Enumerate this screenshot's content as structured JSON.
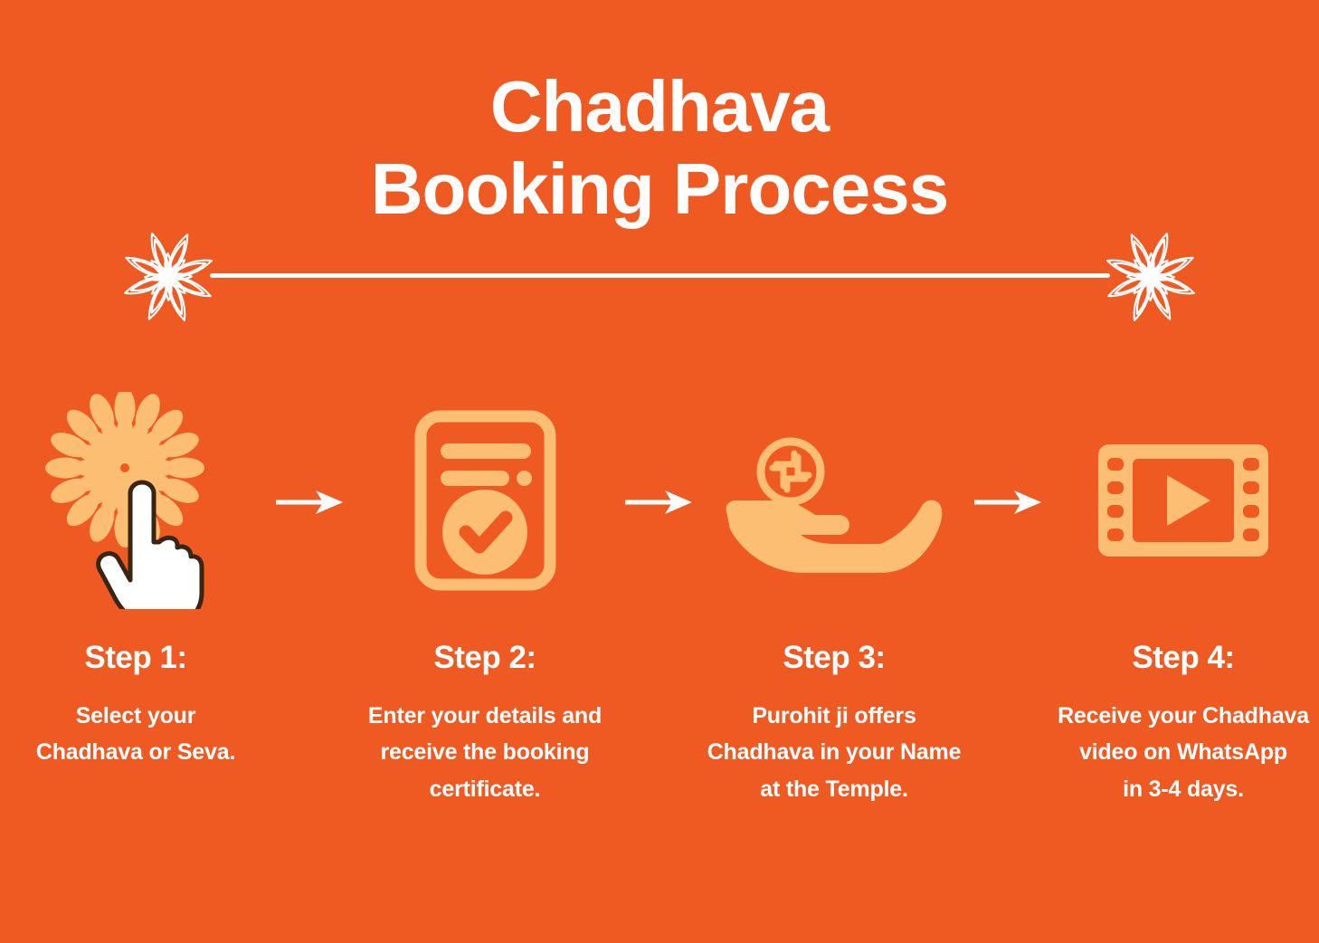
{
  "background_color": "#ef5a22",
  "accent_color": "#fbbe72",
  "text_color": "#ffffff",
  "cuff_color": "#9c5518",
  "header": {
    "title_line1": "Chadhava",
    "title_line2": "Booking Process",
    "ornament_left": "flower-ornament",
    "ornament_right": "flower-ornament",
    "divider": "horizontal-rule"
  },
  "steps": [
    {
      "icon": "hand-pointer-mandala-icon",
      "title": "Step 1:",
      "description": "Select your\nChadhava or Seva."
    },
    {
      "icon": "certificate-check-icon",
      "title": "Step 2:",
      "description": "Enter your details and\nreceive the booking\ncertificate."
    },
    {
      "icon": "hand-offering-coin-icon",
      "title": "Step 3:",
      "description": "Purohit ji offers\nChadhava in your Name\nat the Temple."
    },
    {
      "icon": "video-film-play-icon",
      "title": "Step 4:",
      "description": "Receive your Chadhava\nvideo on WhatsApp\nin 3-4 days."
    }
  ],
  "arrows": [
    {
      "label": "arrow-step1-to-step2"
    },
    {
      "label": "arrow-step2-to-step3"
    },
    {
      "label": "arrow-step3-to-step4"
    }
  ]
}
